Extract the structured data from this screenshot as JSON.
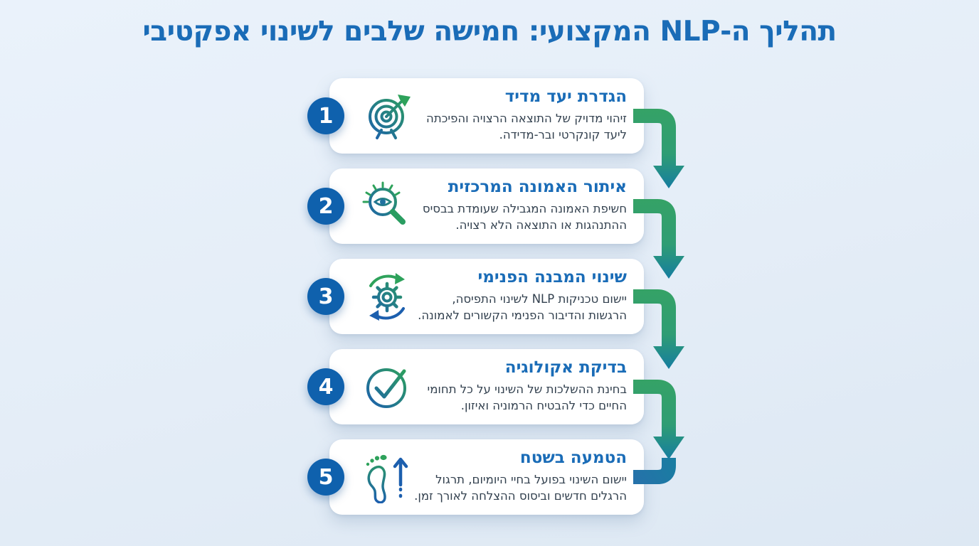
{
  "title": "תהליך ה-NLP המקצועי: חמישה שלבים לשינוי אפקטיבי",
  "direction": "rtl",
  "steps": [
    {
      "number": "1",
      "title": "הגדרת יעד מדיד",
      "description": "זיהוי מדויק של התוצאה הרצויה והפיכתה ליעד קונקרטי ובר-מדידה.",
      "icon": "target-icon"
    },
    {
      "number": "2",
      "title": "איתור האמונה המרכזית",
      "description": "חשיפת האמונה המגבילה שעומדת בבסיס ההתנהגות או התוצאה הלא רצויה.",
      "icon": "magnifier-eye-icon"
    },
    {
      "number": "3",
      "title": "שינוי המבנה הפנימי",
      "description": "יישום טכניקות NLP לשינוי התפיסה, הרגשות והדיבור הפנימי הקשורים לאמונה.",
      "icon": "gear-cycle-icon"
    },
    {
      "number": "4",
      "title": "בדיקת אקולוגיה",
      "description": "בחינת ההשלכות של השינוי על כל תחומי החיים כדי להבטיח הרמוניה ואיזון.",
      "icon": "check-circle-icon"
    },
    {
      "number": "5",
      "title": "הטמעה בשטח",
      "description": "יישום השינוי בפועל בחיי היומיום, תרגול הרגלים חדשים וביסוס ההצלחה לאורך זמן.",
      "icon": "footprint-arrow-icon"
    }
  ],
  "colors": {
    "background": "#e6eef8",
    "card_background": "#ffffff",
    "title_blue": "#1a6cb7",
    "step_badge_blue": "#0f61ad",
    "description_text": "#33414f",
    "arrow_green": "#35a266",
    "arrow_teal": "#137aa4",
    "icon_blue": "#1c5fae",
    "icon_green": "#2ea25b"
  }
}
